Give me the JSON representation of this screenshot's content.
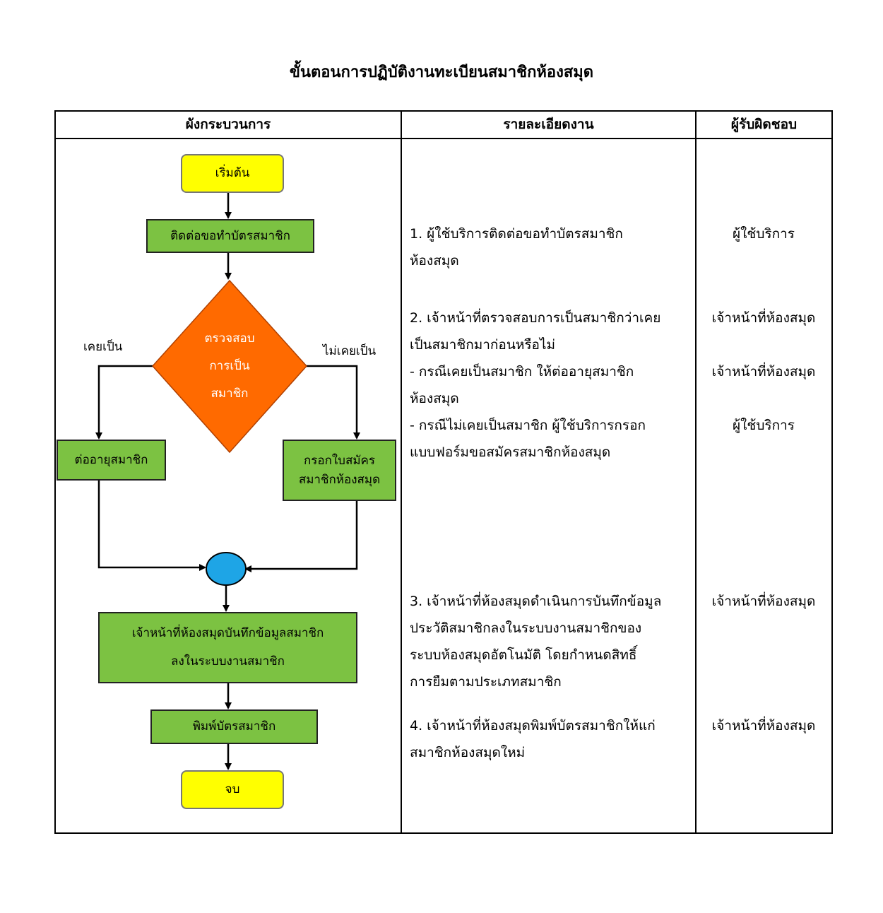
{
  "title": "ขั้นตอนการปฏิบัติงานทะเบียนสมาชิกห้องสมุด",
  "columns": [
    "ผังกระบวนการ",
    "รายละเอียดงาน",
    "ผู้รับผิดชอบ"
  ],
  "flowchart": {
    "start": "เริ่มต้น",
    "step1": "ติดต่อขอทำบัตรสมาชิก",
    "decision": [
      "ตรวจสอบ",
      "การเป็น",
      "สมาชิก"
    ],
    "branch_yes": "เคยเป็น",
    "branch_no": "ไม่เคยเป็น",
    "renew": "ต่ออายุสมาชิก",
    "apply": [
      "กรอกใบสมัคร",
      "สมาชิกห้องสมุด"
    ],
    "record": [
      "เจ้าหน้าที่ห้องสมุดบันทึกข้อมูลสมาชิก",
      "ลงในระบบงานสมาชิก"
    ],
    "print": "พิมพ์บัตรสมาชิก",
    "end": "จบ"
  },
  "details": [
    [
      "1. ผู้ใช้บริการติดต่อขอทำบัตรสมาชิก",
      "ห้องสมุด"
    ],
    [
      "2. เจ้าหน้าที่ตรวจสอบการเป็นสมาชิกว่าเคย",
      "เป็นสมาชิกมาก่อนหรือไม่",
      "- กรณีเคยเป็นสมาชิก ให้ต่ออายุสมาชิก",
      "ห้องสมุด",
      "- กรณีไม่เคยเป็นสมาชิก ผู้ใช้บริการกรอก",
      "แบบฟอร์มขอสมัครสมาชิกห้องสมุด"
    ],
    [
      "3. เจ้าหน้าที่ห้องสมุดดำเนินการบันทึกข้อมูล",
      "ประวัติสมาชิกลงในระบบงานสมาชิกของ",
      "ระบบห้องสมุดอัตโนมัติ โดยกำหนดสิทธิ์",
      "การยืมตามประเภทสมาชิก"
    ],
    [
      "4. เจ้าหน้าที่ห้องสมุดพิมพ์บัตรสมาชิกให้แก่",
      "สมาชิกห้องสมุดใหม่"
    ]
  ],
  "responsible": [
    "ผู้ใช้บริการ",
    "เจ้าหน้าที่ห้องสมุด",
    "เจ้าหน้าที่ห้องสมุด",
    "ผู้ใช้บริการ",
    "เจ้าหน้าที่ห้องสมุด",
    "เจ้าหน้าที่ห้องสมุด"
  ],
  "colors": {
    "terminal": "#ffff00",
    "process": "#7cc242",
    "decision": "#ff6a00",
    "connector": "#1ea5e6"
  }
}
